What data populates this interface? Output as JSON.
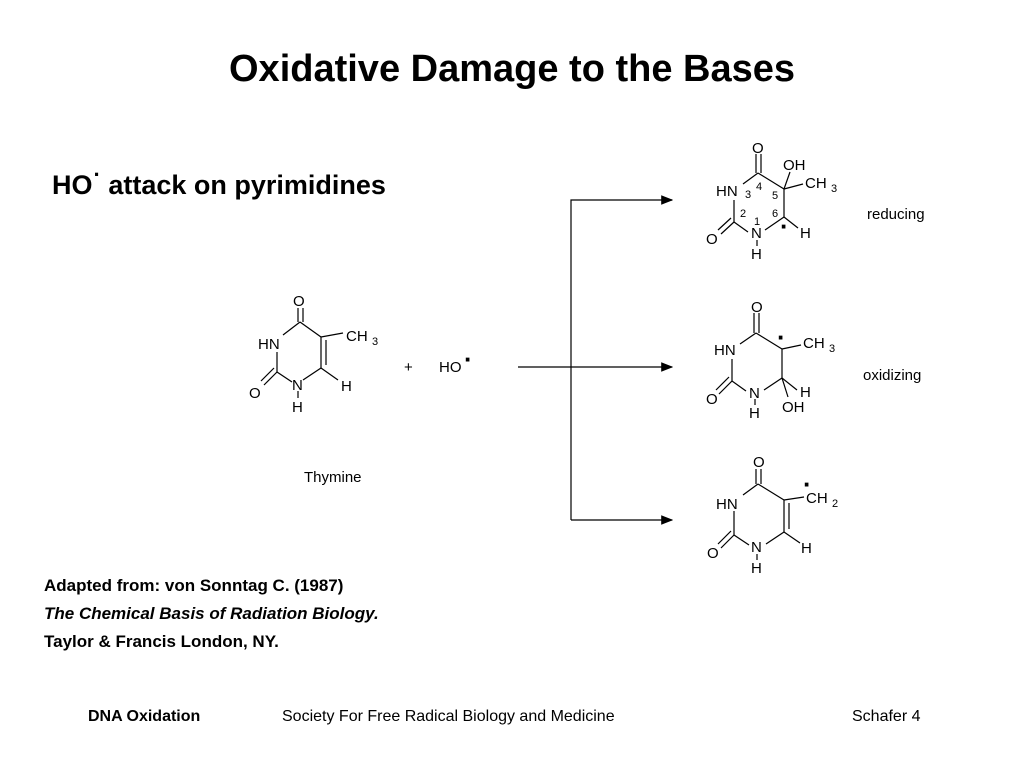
{
  "slide": {
    "title": "Oxidative Damage to the Bases",
    "subtitle": {
      "text": "HO",
      "dot": "·",
      "rest": " attack on pyrimidines"
    },
    "citation": {
      "line1": "Adapted from: von Sonntag C. (1987)",
      "line2": "The Chemical Basis of Radiation Biology.",
      "line3": "Taylor & Francis London, NY."
    },
    "footer": {
      "left": "DNA Oxidation",
      "center": "Society For Free Radical Biology and Medicine",
      "right": "Schafer 4"
    }
  },
  "scheme": {
    "reactant": {
      "name": "Thymine",
      "atoms": {
        "o_top": "O",
        "hn": "HN",
        "ch": "CH",
        "three": "3",
        "o_left": "O",
        "n": "N",
        "h_n": "H",
        "h_c": "H"
      },
      "plus": "+",
      "radical": "HO",
      "radical_dot": "·"
    },
    "products": [
      {
        "label": "reducing",
        "atoms": {
          "o_top": "O",
          "oh": "OH",
          "hn": "HN",
          "ch": "CH",
          "three": "3",
          "o_left": "O",
          "n": "N",
          "h_n": "H",
          "h_c": "H",
          "dot": "·"
        },
        "numbers": [
          "1",
          "2",
          "3",
          "4",
          "5",
          "6"
        ]
      },
      {
        "label": "oxidizing",
        "atoms": {
          "o_top": "O",
          "hn": "HN",
          "ch": "CH",
          "three": "3",
          "o_left": "O",
          "n": "N",
          "h_n": "H",
          "h_c": "H",
          "oh": "OH",
          "dot": "·"
        }
      },
      {
        "atoms": {
          "o_top": "O",
          "hn": "HN",
          "ch": "CH",
          "two": "2",
          "o_left": "O",
          "n": "N",
          "h_n": "H",
          "h_c": "H",
          "dot": "·"
        }
      }
    ]
  }
}
